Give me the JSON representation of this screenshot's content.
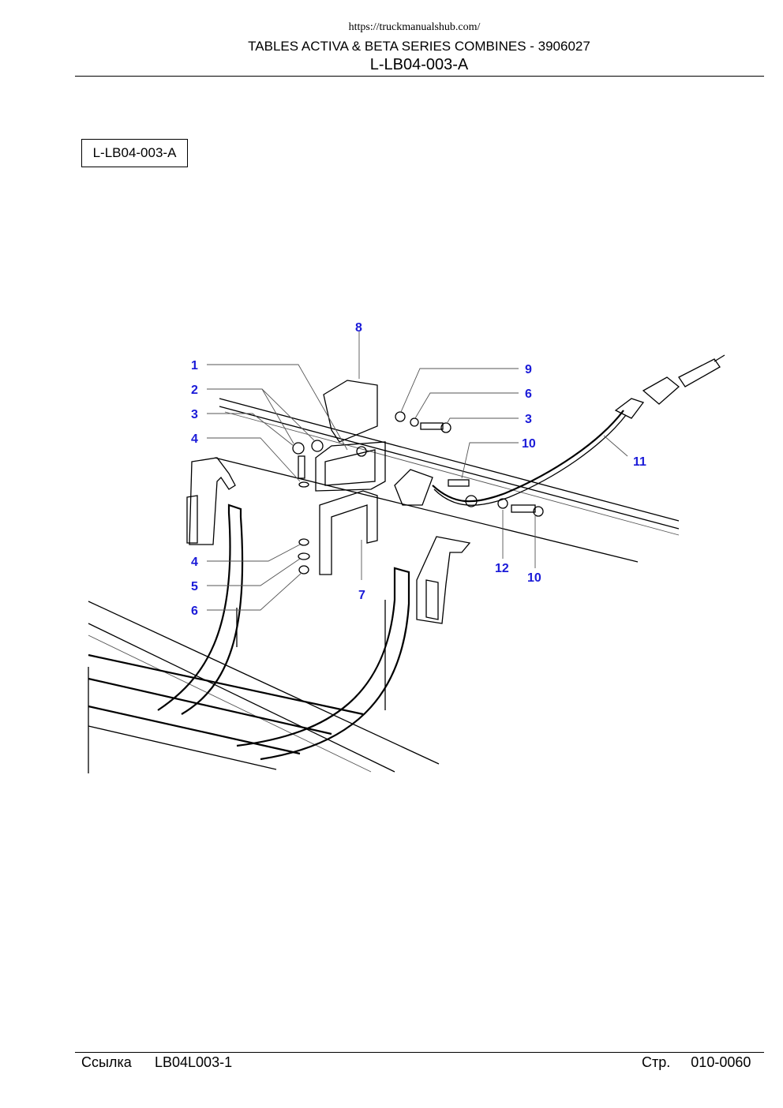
{
  "header": {
    "url": "https://truckmanualshub.com/",
    "title": "TABLES ACTIVA & BETA SERIES COMBINES - 3906027",
    "code": "L-LB04-003-A"
  },
  "reference_box": "L-LB04-003-A",
  "callouts": {
    "c8": "8",
    "c1": "1",
    "c2": "2",
    "c3a": "3",
    "c4a": "4",
    "c9": "9",
    "c6a": "6",
    "c3b": "3",
    "c10a": "10",
    "c11": "11",
    "c4b": "4",
    "c5": "5",
    "c6b": "6",
    "c7": "7",
    "c12": "12",
    "c10b": "10"
  },
  "footer": {
    "ref_label": "Ссылка",
    "ref_value": "LB04L003-1",
    "page_label": "Стр.",
    "page_value": "010-0060"
  }
}
